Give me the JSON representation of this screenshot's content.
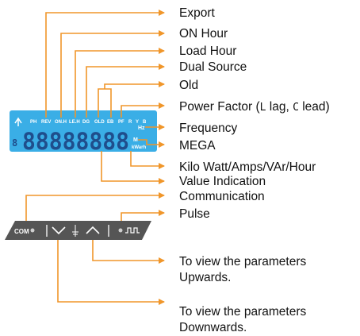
{
  "labels": {
    "export": "Export",
    "on_hour": "ON Hour",
    "load_hour": "Load Hour",
    "dual_source": "Dual Source",
    "old": "Old",
    "power_factor_prefix": "Power Factor (",
    "power_factor_lag_glyph": "L",
    "power_factor_lag": " lag, ",
    "power_factor_lead_glyph": "C",
    "power_factor_lead": " lead)",
    "frequency": "Frequency",
    "mega": "MEGA",
    "kilo": "Kilo Watt/Amps/VAr/Hour",
    "value_indication": "Value Indication",
    "communication": "Communication",
    "pulse": "Pulse",
    "up_line1": "To view the parameters",
    "up_line2": "Upwards.",
    "down_line1": "To view the parameters",
    "down_line2": "Downwards."
  },
  "lcd": {
    "indicators": [
      "PH",
      "REV",
      "ON.H",
      "LE.H",
      "DG",
      "OLD",
      "EB",
      "PF",
      "R",
      "Y",
      "B"
    ],
    "digits": "88888888",
    "hz": "Hz",
    "m": "M",
    "kwarh": "kWarh"
  },
  "keypad": {
    "com": "COM"
  },
  "colors": {
    "leader": "#f0962a",
    "lcd": "#3aaee6",
    "keypad": "#555555"
  }
}
